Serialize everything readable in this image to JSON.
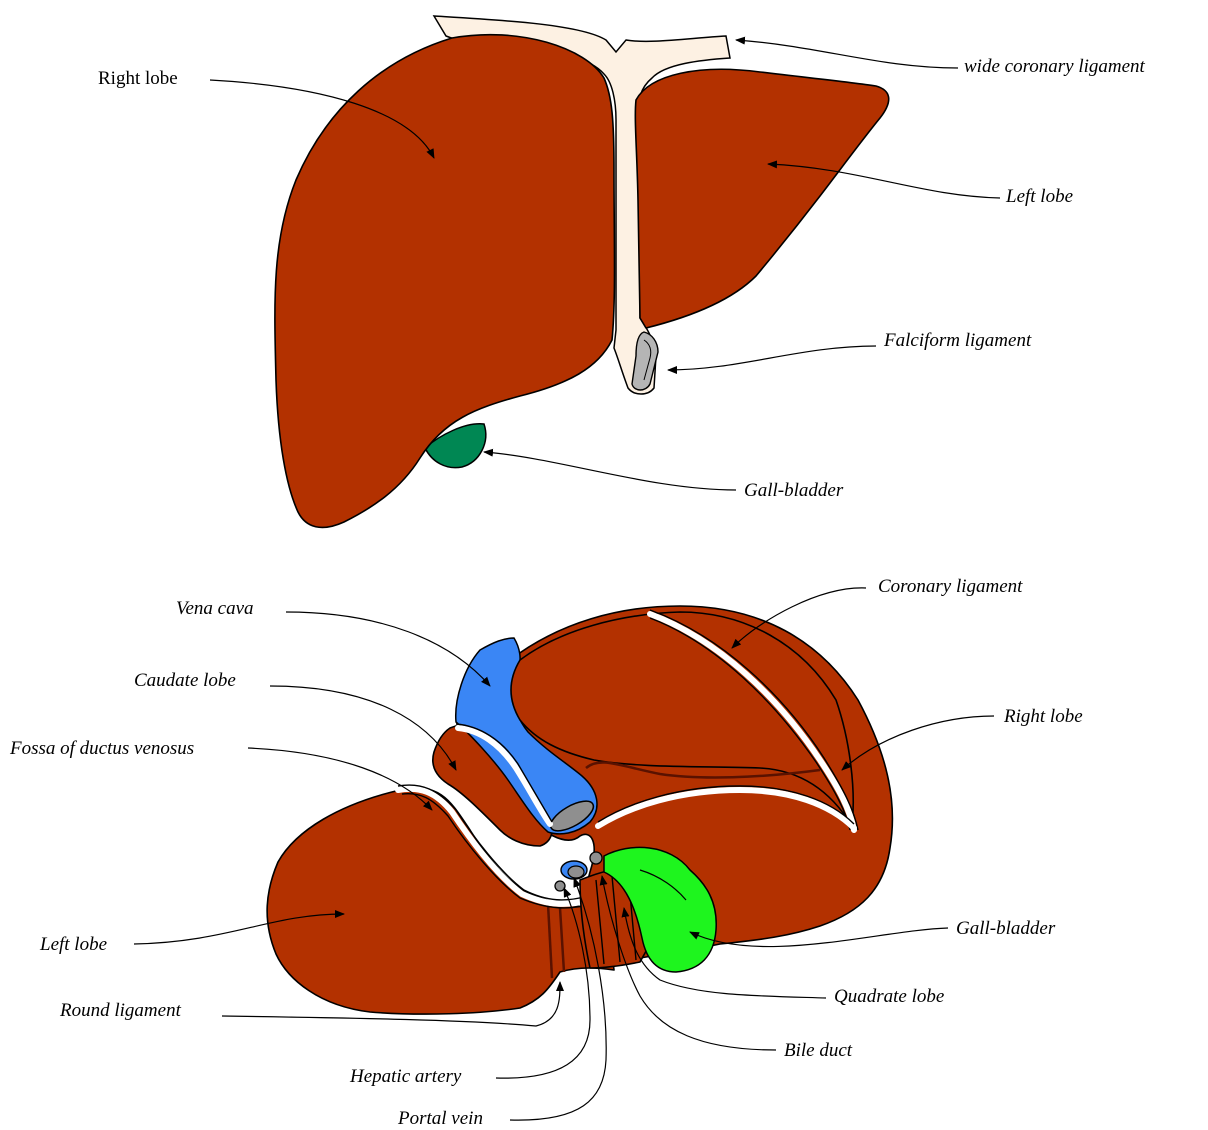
{
  "top_view": {
    "labels": {
      "right_lobe": "Right lobe",
      "wide_coronary_ligament": "wide coronary ligament",
      "left_lobe": "Left lobe",
      "falciform_ligament": "Falciform ligament",
      "gall_bladder": "Gall-bladder"
    }
  },
  "bottom_view": {
    "labels": {
      "vena_cava": "Vena cava",
      "coronary_ligament": "Coronary ligament",
      "caudate_lobe": "Caudate lobe",
      "fossa_ductus_venosus": "Fossa of ductus venosus",
      "right_lobe": "Right lobe",
      "left_lobe": "Left lobe",
      "gall_bladder": "Gall-bladder",
      "round_ligament": "Round ligament",
      "quadrate_lobe": "Quadrate lobe",
      "bile_duct": "Bile duct",
      "hepatic_artery": "Hepatic artery",
      "portal_vein": "Portal vein"
    }
  },
  "colors": {
    "liver": "#b33100",
    "ligament": "#fdf1e3",
    "gall_bladder_top": "#008753",
    "gall_bladder_bottom": "#1ef51e",
    "vena_cava": "#3a86f5",
    "vessel_lumen": "#8f8f8f"
  }
}
